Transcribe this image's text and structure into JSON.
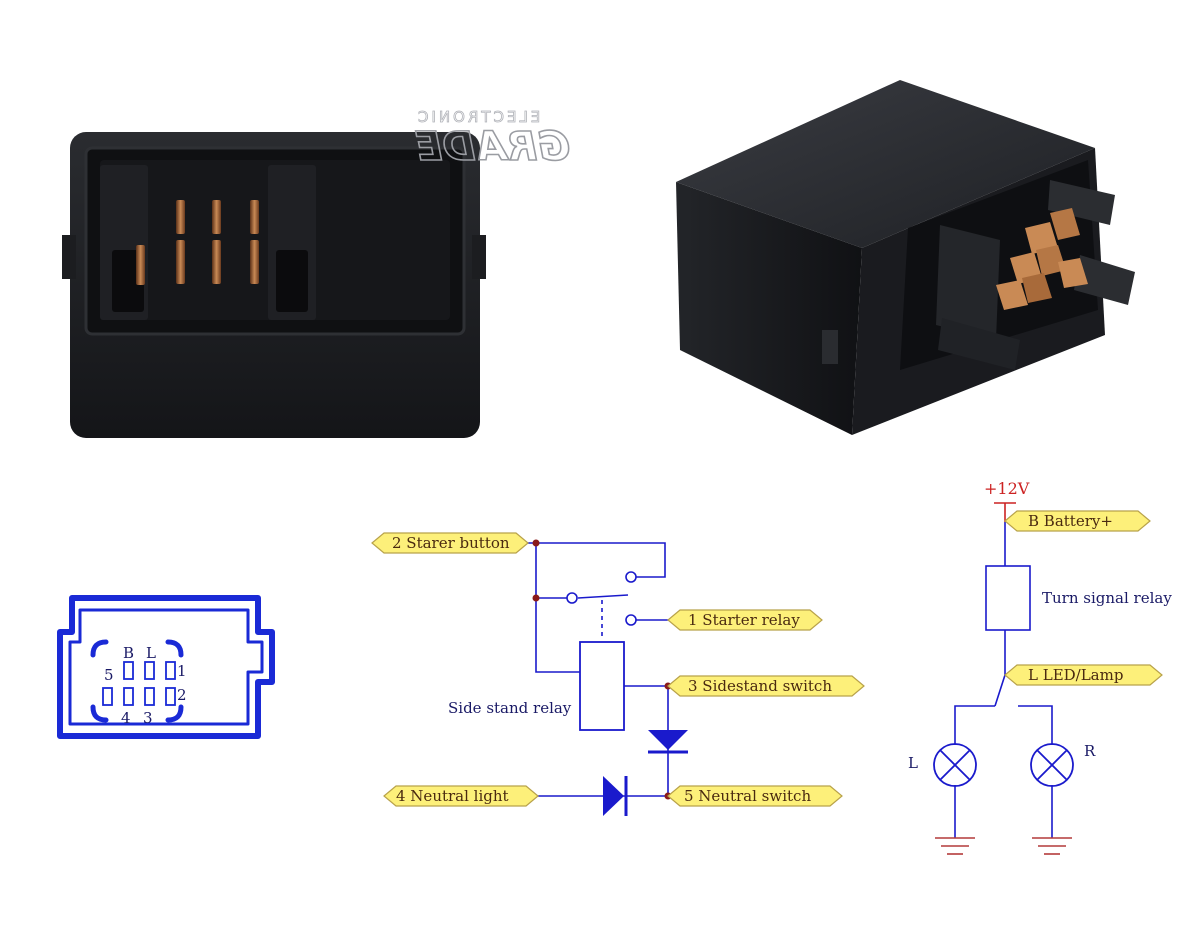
{
  "watermark": {
    "brand": "GRADE",
    "tagline": "ELECTRONIC"
  },
  "connector": {
    "labels": {
      "b": "B",
      "l": "L",
      "p5": "5",
      "p1": "1",
      "p2": "2",
      "p4": "4",
      "p3": "3"
    }
  },
  "relay_circuit": {
    "tags": {
      "starter_button": "2  Starer button",
      "starter_relay": "1  Starter relay",
      "sidestand_switch": "3  Sidestand switch",
      "neutral_light": "4  Neutral light",
      "neutral_switch": "5  Neutral switch"
    },
    "side_stand_relay_label": "Side stand relay"
  },
  "turn_signal_circuit": {
    "supply": "+12V",
    "tags": {
      "battery": "B   Battery+",
      "led_lamp": "L  LED/Lamp"
    },
    "relay_label": "Turn signal relay",
    "lamp_left": "L",
    "lamp_right": "R"
  },
  "colors": {
    "diagram_blue": "#1a1acc",
    "connector_blue": "#1a2ad6",
    "tag_fill": "#fdf07a",
    "tag_stroke": "#b8a24a",
    "junction": "#8a1a1a",
    "supply_red": "#cc2222",
    "ground_red": "#b43a3a",
    "text_navy": "#1a1a66"
  }
}
